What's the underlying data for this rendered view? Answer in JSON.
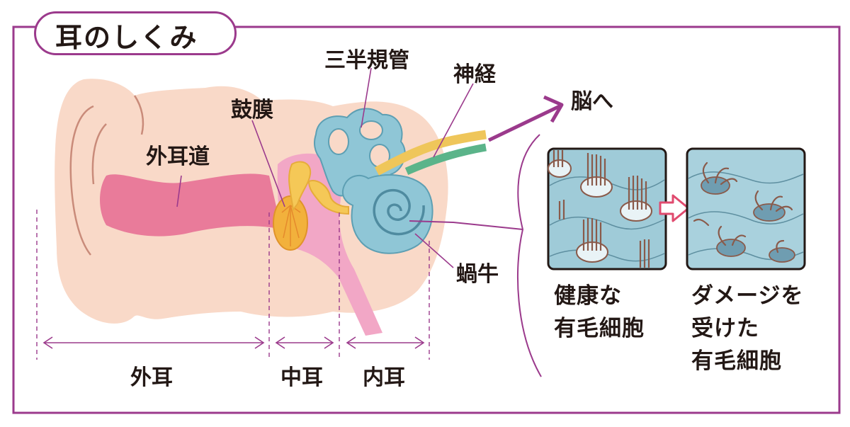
{
  "title": "耳のしくみ",
  "labels": {
    "outer_canal": "外耳道",
    "eardrum": "鼓膜",
    "semicircular_canals": "三半規管",
    "nerve": "神経",
    "to_brain": "脳へ",
    "cochlea": "蝸牛"
  },
  "sections": {
    "outer_ear": "外耳",
    "middle_ear": "中耳",
    "inner_ear": "内耳"
  },
  "hair_cells": {
    "healthy_line1": "健康な",
    "healthy_line2": "有毛細胞",
    "damaged_line1": "ダメージを",
    "damaged_line2": "受けた",
    "damaged_line3": "有毛細胞"
  },
  "colors": {
    "frame": "#9b3a8c",
    "skin": "#f9d9c8",
    "canal": "#e97b9a",
    "cochlea": "#8fc6d6",
    "nerve_yellow": "#efc65a",
    "nerve_green": "#5bb48a",
    "arrow": "#e04a6e"
  }
}
